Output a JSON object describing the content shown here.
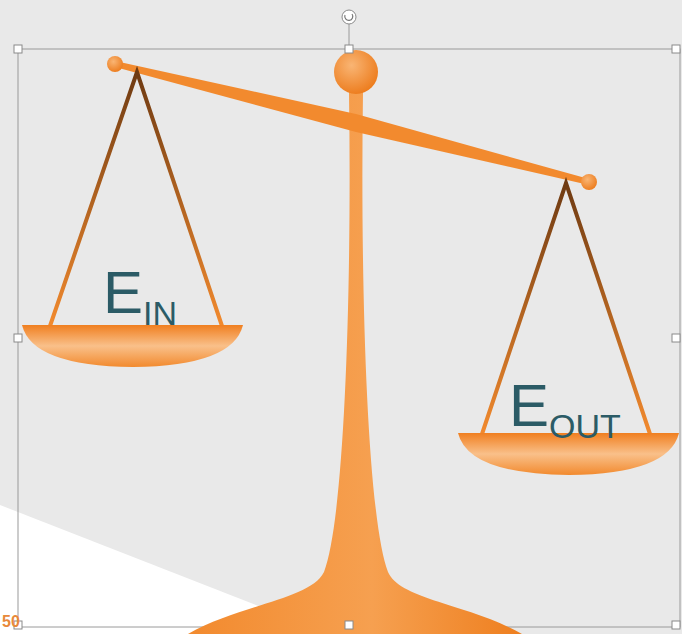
{
  "diagram": {
    "nodes": [
      {
        "text": [
          "E",
          "IN"
        ]
      },
      {
        "text": [
          "E",
          "OUT"
        ]
      }
    ],
    "labels": [
      "50"
    ]
  }
}
